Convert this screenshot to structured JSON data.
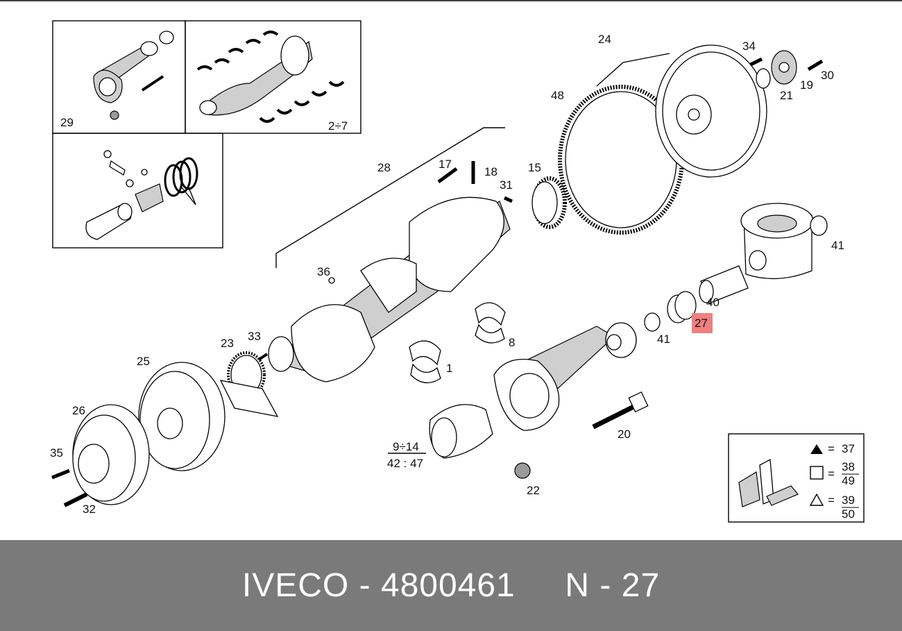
{
  "callouts": {
    "c29": "29",
    "c2_7": "2÷7",
    "c24": "24",
    "c34": "34",
    "c30": "30",
    "c19": "19",
    "c21": "21",
    "c48": "48",
    "c28": "28",
    "c17": "17",
    "c18": "18",
    "c15": "15",
    "c31": "31",
    "c41a": "41",
    "c36": "36",
    "c40": "40",
    "c27": "27",
    "c41b": "41",
    "c8": "8",
    "c33": "33",
    "c23": "23",
    "c25": "25",
    "c1": "1",
    "c26": "26",
    "c35": "35",
    "c32": "32",
    "c20": "20",
    "c22": "22",
    "c9_14": "9÷14",
    "c42_47": "42 : 47"
  },
  "legend": {
    "filled_triangle_value": "37",
    "square_top": "38",
    "square_bottom": "49",
    "triangle_top": "39",
    "triangle_bottom": "50",
    "equals": "="
  },
  "highlight_color": "#f07f7f",
  "footer": {
    "brand": "IVECO",
    "part_number": "4800461",
    "position": "N - 27",
    "text": "IVECO - 4800461     N - 27"
  }
}
